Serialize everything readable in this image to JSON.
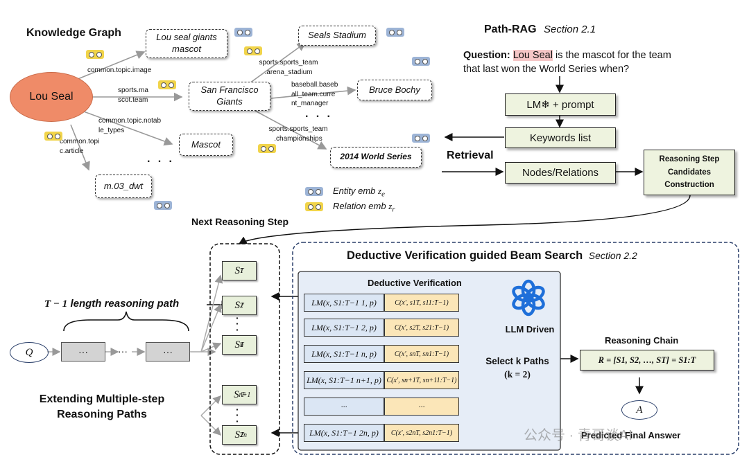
{
  "kg": {
    "title": "Knowledge Graph",
    "central": "Lou Seal",
    "nodes": {
      "lou_seal_mascot": "Lou seal giants mascot",
      "seals_stadium": "Seals Stadium",
      "sf_giants": "San Francisco Giants",
      "bruce_bochy": "Bruce Bochy",
      "mascot": "Mascot",
      "world_series": "2014 World Series",
      "m03": "m.03_dwt"
    },
    "relations": {
      "topic_image": "common.topic.image",
      "sports_team": "sports.ma scot.team",
      "notable_types": "common.topic.notab le_types",
      "article": "common.topi c.article",
      "arena": "sports.sports_team .arena_stadium",
      "manager": "baseball.baseb all_team.curre nt_manager",
      "championships": "sports.sports_team .championships"
    },
    "legend": {
      "entity": "Entity emb",
      "entity_sym": "z",
      "entity_sub": "e",
      "relation": "Relation emb",
      "relation_sym": "z",
      "relation_sub": "r"
    },
    "dots": "· · ·",
    "dots2": "· · ·"
  },
  "pathrag": {
    "title": "Path-RAG",
    "section": "Section 2.1",
    "question_label": "Question:",
    "question_highlight": "Lou Seal",
    "question_rest1": " is the mascot for the team",
    "question_rest2": "that last won the World Series when?",
    "lm_prompt": "LM❄ + prompt",
    "keywords": "Keywords list",
    "retrieval": "Retrieval",
    "nodes_relations": "Nodes/Relations",
    "rs_candidates": "Reasoning Step Candidates Construction"
  },
  "next_step": "Next Reasoning Step",
  "left": {
    "path_label_math": "T − 1",
    "path_label_text": "length reasoning path",
    "q": "Q",
    "ellipsis": "···",
    "dots_mid": "···",
    "extending": "Extending Multiple-step Reasoning Paths"
  },
  "steps": [
    "S1T",
    "S2T",
    "SnT",
    "Sn+1T",
    "S2nT"
  ],
  "beam": {
    "title": "Deductive Verification guided Beam Search",
    "section": "Section 2.2",
    "dv_title": "Deductive Verification",
    "rows": [
      {
        "lm": "LM(x, S1:T−1 1, p)",
        "c": "C(x′, s1T, s11:T−1)"
      },
      {
        "lm": "LM(x, S1:T−1 2, p)",
        "c": "C(x′, s2T, s21:T−1)"
      },
      {
        "lm": "LM(x, S1:T−1 n, p)",
        "c": "C(x′, snT, sn1:T−1)"
      },
      {
        "lm": "LM(x, S1:T−1 n+1, p)",
        "c": "C(x′, sn+1T, sn+11:T−1)"
      },
      {
        "lm": "···",
        "c": "···"
      },
      {
        "lm": "LM(x, S1:T−1 2n, p)",
        "c": "C(x′, s2nT, s2n1:T−1)"
      }
    ],
    "llm_driven": "LLM Driven",
    "select_k": "Select k Paths",
    "k_eq": "(k = 2)",
    "chain_title": "Reasoning Chain",
    "chain_formula": "R = [S1, S2, …, ST] = S1:T",
    "answer": "A",
    "predicted": "Predicted Final Answer"
  },
  "watermark": "公众号 · 青哥谈AI"
}
